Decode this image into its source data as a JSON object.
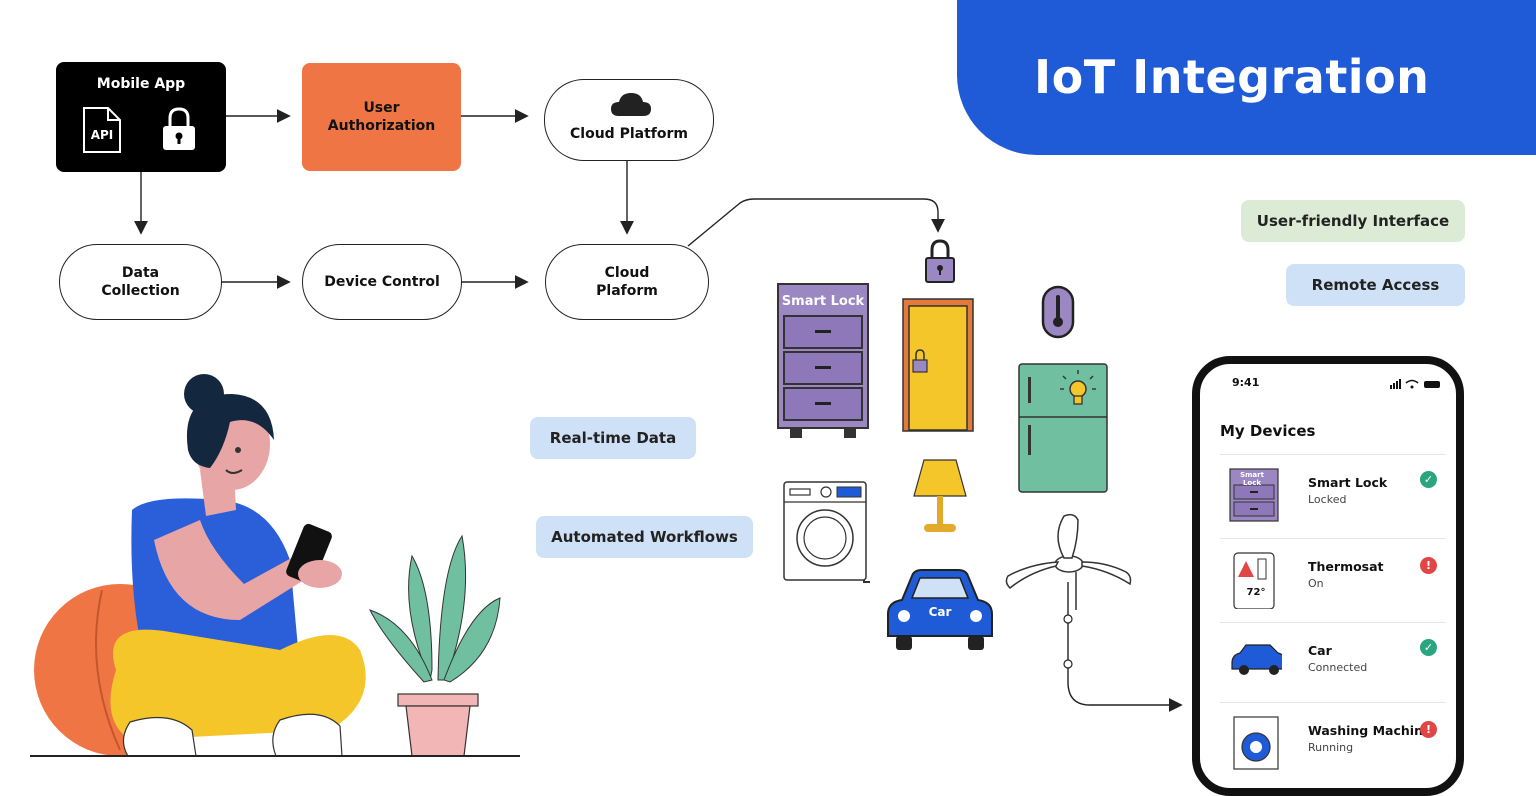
{
  "title": "IoT Integration",
  "flow": {
    "mobile_app": "Mobile App",
    "api_label": "API",
    "user_authorization": "User\nAuthorization",
    "cloud_platform_top": "Cloud Platform",
    "data_collection": "Data\nCollection",
    "device_control": "Device Control",
    "cloud_platform_mid": "Cloud\nPlaform"
  },
  "tags": {
    "user_friendly": "User-friendly Interface",
    "remote_access": "Remote Access",
    "realtime_data": "Real-time Data",
    "automated_workflows": "Automated Workflows"
  },
  "devices": {
    "smart_lock_label": "Smart Lock",
    "car_label": "Car"
  },
  "phone": {
    "time": "9:41",
    "heading": "My Devices",
    "rows": [
      {
        "name": "Smart Lock",
        "status": "Locked",
        "state": "ok",
        "icon_text": "Smart Lock"
      },
      {
        "name": "Thermosat",
        "status": "On",
        "state": "alert",
        "icon_text": "72°"
      },
      {
        "name": "Car",
        "status": "Connected",
        "state": "ok",
        "icon_text": ""
      },
      {
        "name": "Washing Machine",
        "status": "Running",
        "state": "alert",
        "icon_text": ""
      }
    ]
  },
  "colors": {
    "banner": "#1f5bd6",
    "authorization": "#ef7544",
    "mobile_app": "#000000",
    "green_tag": "#dcebd5",
    "blue_tag": "#cfe1f6",
    "purple": "#9b87c2",
    "yellow": "#f5c62a",
    "teal": "#6fbfa0",
    "car_blue": "#1f5bd6",
    "ok": "#2aa57e",
    "alert": "#e04646"
  }
}
